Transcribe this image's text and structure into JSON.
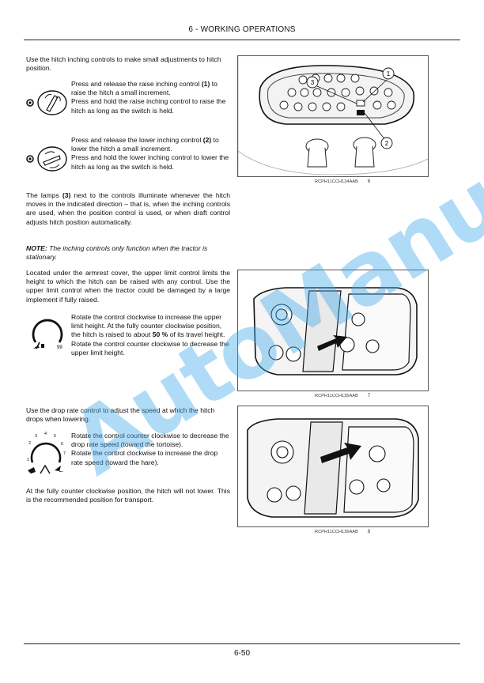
{
  "header": {
    "title": "6 - WORKING OPERATIONS"
  },
  "footer": {
    "page_number": "6-50"
  },
  "watermark": "AutoManual",
  "section1": {
    "intro": "Use the hitch inching controls to make small adjustments to hitch position.",
    "raise": {
      "line1": "Press and release the raise inching control",
      "num": "(1)",
      "line2": " to raise the hitch a small increment.",
      "line3": "Press and hold the raise inching control to raise the hitch as long as the switch is held."
    },
    "lower": {
      "line1": "Press and release the lower inching control",
      "num": "(2)",
      "line2": " to lower the hitch a small increment.",
      "line3": "Press and hold the lower inching control to lower the hitch as long as the switch is held."
    },
    "lamps": {
      "pre": "The lamps ",
      "num": "(3)",
      "post": " next to the controls illuminate whenever the hitch moves in the indicated direction – that is, when the inching controls are used, when the position control is used, or when draft control adjusts hitch position automatically."
    },
    "note": {
      "label": "NOTE:",
      "text": " The inching controls only function when the tractor is stationary."
    }
  },
  "section2": {
    "intro": "Located under the armrest cover, the upper limit control limits the height to which the hitch can be raised with any control. Use the upper limit control when the tractor could be damaged by a large implement if fully raised.",
    "rotate": {
      "pre": "Rotate the control clockwise to increase the upper limit height. At the fully counter clockwise position, the hitch is raised to about ",
      "percent": "50 %",
      "post": " of its travel height.",
      "line2": "Rotate the control counter clockwise to decrease the upper limit height."
    },
    "dial_value": "99"
  },
  "section3": {
    "intro": "Use the drop rate control to adjust the speed at which the hitch drops when lowering.",
    "rotate1": "Rotate the control counter clockwise to decrease the drop rate speed (toward the tortoise).",
    "rotate2": "Rotate the control clockwise to increase the drop rate speed (toward the hare).",
    "outro": "At the fully counter clockwise position, the hitch will not lower. This is the recommended position for transport.",
    "dial_ticks": [
      "1",
      "2",
      "3",
      "4",
      "5",
      "6",
      "7"
    ]
  },
  "figures": [
    {
      "code": "RCPH11CCH134AAB",
      "number": "6",
      "callouts": [
        "1",
        "2",
        "3"
      ]
    },
    {
      "code": "RCPH11CCH135AAB",
      "number": "7"
    },
    {
      "code": "RCPH11CCH136AAB",
      "number": "8"
    }
  ],
  "colors": {
    "watermark": "#40aaeb",
    "rule": "#222222"
  }
}
